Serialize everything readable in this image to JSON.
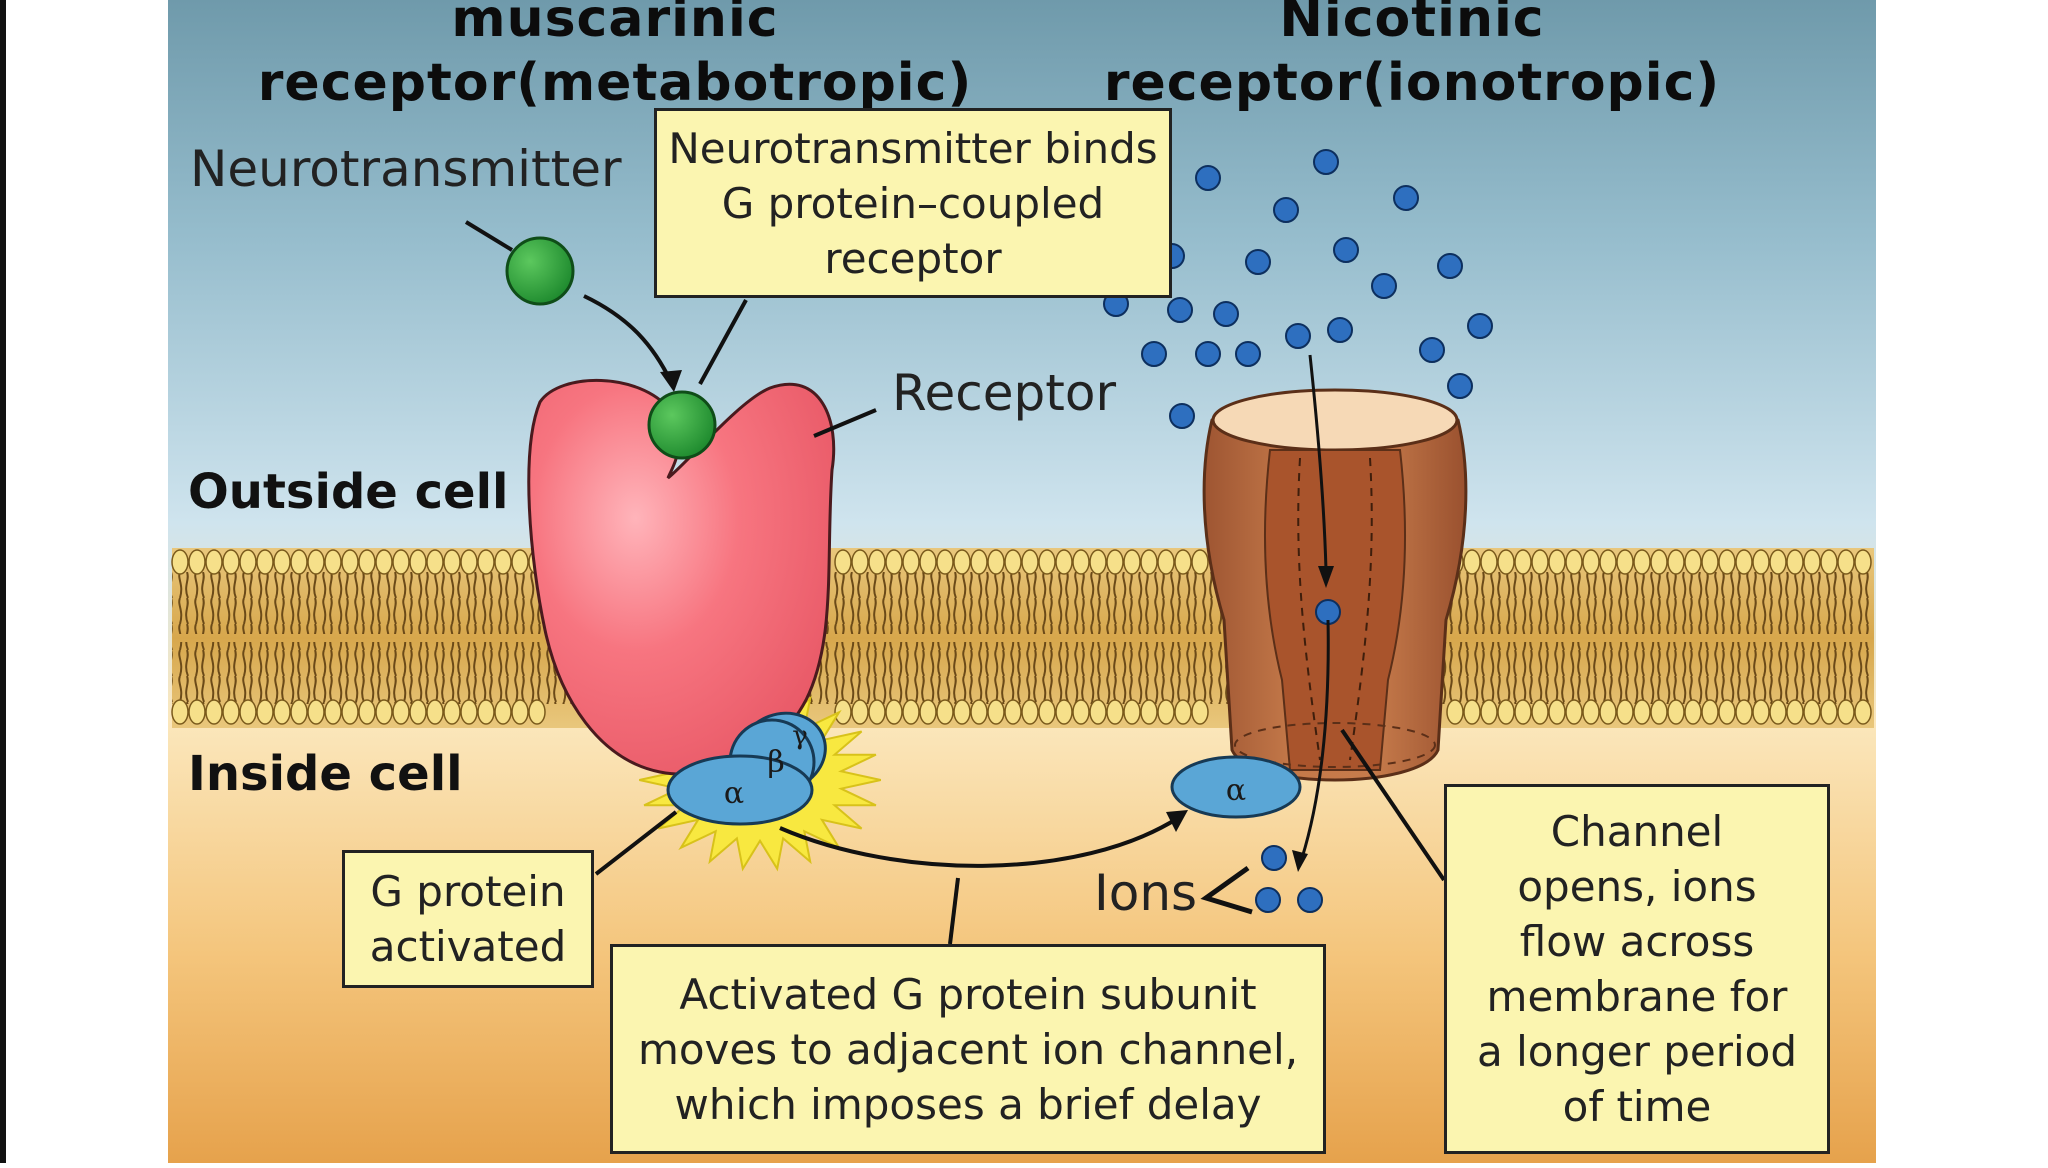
{
  "titles": {
    "left_line1": "muscarinic",
    "left_line2": "receptor(metabotropic)",
    "right_line1": "Nicotinic",
    "right_line2": "receptor(ionotropic)"
  },
  "labels": {
    "neurotransmitter": "Neurotransmitter",
    "receptor": "Receptor",
    "outside_cell": "Outside cell",
    "inside_cell": "Inside cell",
    "ions": "Ions",
    "alpha": "α",
    "beta": "β",
    "gamma": "γ"
  },
  "callouts": {
    "binds": [
      "Neurotransmitter binds",
      "G protein–coupled",
      "receptor"
    ],
    "activated": [
      "G protein",
      "activated"
    ],
    "moves": [
      "Activated G protein subunit",
      "moves to adjacent ion channel,",
      "which imposes a brief delay"
    ],
    "channel": [
      "Channel",
      "opens, ions",
      "flow across",
      "membrane for",
      "a longer period",
      "of time"
    ]
  },
  "colors": {
    "sky_top": "#6e9aab",
    "sky_mid": "#b6d5e4",
    "inside_top": "#fbe4b4",
    "inside_bottom": "#e9aa52",
    "membrane": "#e3b85c",
    "receptor": "#f0707a",
    "neurotransmitter": "#2e9e3a",
    "ion": "#2e6fbf",
    "g_protein": "#5aa6d6",
    "channel": "#b86a3c",
    "callout_fill": "#fbf5b0"
  }
}
